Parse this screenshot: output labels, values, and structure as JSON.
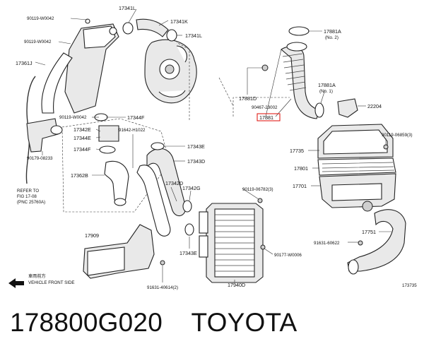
{
  "diagram": {
    "labels": {
      "l_17341L_top": "17341L",
      "l_17341K": "17341K",
      "l_17341L_mid": "17341L",
      "l_90119_W0042_a": "90119-W0042",
      "l_90119_W0042_b": "90119-W0042",
      "l_17361J": "17361J",
      "l_90119_W0042_c": "90119-W0042",
      "l_17344F_a": "17344F",
      "l_17342E": "17342E",
      "l_17344E": "17344E",
      "l_17344F_b": "17344F",
      "l_91642_H1022": "91642-H1022",
      "l_17343E_a": "17343E",
      "l_17343D": "17343D",
      "l_90179_08233": "90179-08233",
      "l_17362B": "17362B",
      "l_17342D": "17342D",
      "l_17342G": "17342G",
      "l_90119_06782": "90119-06782(3)",
      "l_17909": "17909",
      "l_17343E_b": "17343E",
      "l_90177_W0006": "90177-W0006",
      "l_91631_40614": "91631-40614(2)",
      "l_17940D": "17940D",
      "l_17881A_top": "17881A",
      "l_no2": "(No. 2)",
      "l_17881D": "17881D",
      "l_90467_23002": "90467-23002",
      "l_17881": "17881",
      "l_17881A_mid": "17881A",
      "l_no1": "(No. 1)",
      "l_22204": "22204",
      "l_90119_06859": "90119-06859(3)",
      "l_17735": "17735",
      "l_17801": "17801",
      "l_17701": "17701",
      "l_17751": "17751",
      "l_91631_60622": "91631-60622",
      "l_diagram_code": "173735",
      "ref_line1": "REFER TO",
      "ref_line2": "FIG 17-08",
      "ref_line3": "(PNC 25760A)",
      "front_jp": "車両前方",
      "front_en": "VEHICLE FRONT SIDE"
    }
  },
  "caption": {
    "part_number": "178800G020",
    "manufacturer": "TOYOTA"
  },
  "colors": {
    "highlight": "#e0201a",
    "line": "#222222"
  }
}
